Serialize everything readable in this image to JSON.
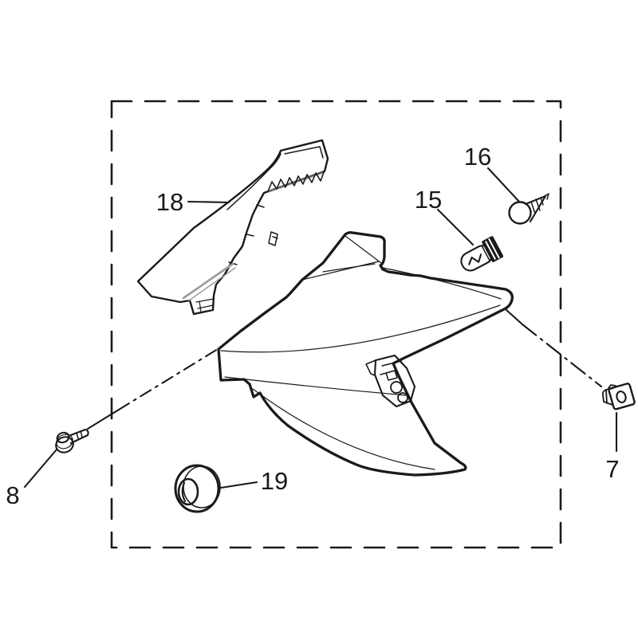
{
  "diagram": {
    "kind": "exploded-parts-line-diagram",
    "colors": {
      "background": "#ffffff",
      "line": "#1a1a1a",
      "shade": "#9a9a9a"
    },
    "callouts": [
      {
        "number": "18",
        "part": "inner-cockpit-panel"
      },
      {
        "number": "15",
        "part": "wedge-bulb"
      },
      {
        "number": "16",
        "part": "bulb-socket"
      },
      {
        "number": "7",
        "part": "square-clip-nut"
      },
      {
        "number": "8",
        "part": "flanged-screw"
      },
      {
        "number": "19",
        "part": "rubber-grommet"
      }
    ]
  }
}
